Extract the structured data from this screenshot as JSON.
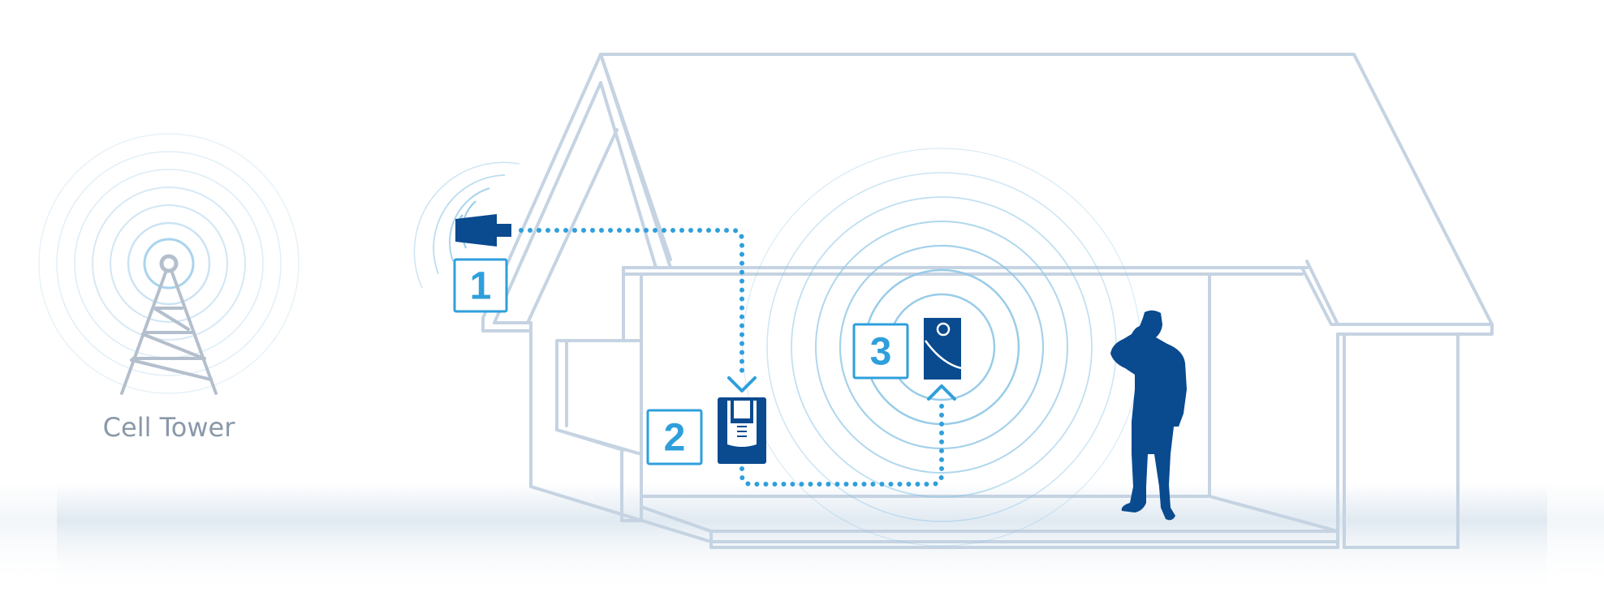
{
  "tower": {
    "caption": "Cell Tower",
    "icon": "cell-tower-icon"
  },
  "steps": [
    {
      "number": "1",
      "device": "outside-antenna"
    },
    {
      "number": "2",
      "device": "signal-booster"
    },
    {
      "number": "3",
      "device": "inside-antenna"
    }
  ],
  "colors": {
    "house_outline": "#c5d3e2",
    "accent_blue": "#2f9fdc",
    "dark_blue": "#0a4a8f",
    "tower_gray": "#b4bfcd",
    "caption_gray": "#8a98a8",
    "signal_ring": "#8ec6e6",
    "ground_shadow": "#dfe8f1"
  }
}
